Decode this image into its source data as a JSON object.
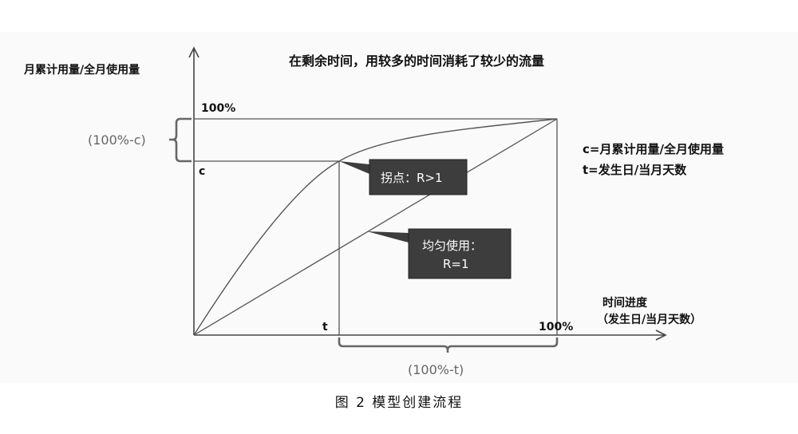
{
  "y_axis_label": "月累计用量/全月使用量",
  "x_axis_label_line1": "时间进度",
  "x_axis_label_line2": "（发生日/当月天数）",
  "headline": "在剩余时间，用较多的时间消耗了较少的流量",
  "tick_100_y": "100%",
  "tick_c": "c",
  "tick_t": "t",
  "tick_100_x": "100%",
  "brace_c_label": "(100%-c)",
  "brace_t_label": "(100%-t)",
  "def_c": "c=月累计用量/全月使用量",
  "def_t": "t=发生日/当月天数",
  "callout_inflection": "拐点：R>1",
  "callout_uniform_line1": "均匀使用：",
  "callout_uniform_line2": "R=1",
  "caption": "图 2   模型创建流程",
  "colors": {
    "axis": "#444444",
    "curve": "#555555",
    "callout_fill": "#3d3d3d",
    "callout_text": "#ffffff",
    "brace": "#666666",
    "brace_text": "#666666"
  }
}
